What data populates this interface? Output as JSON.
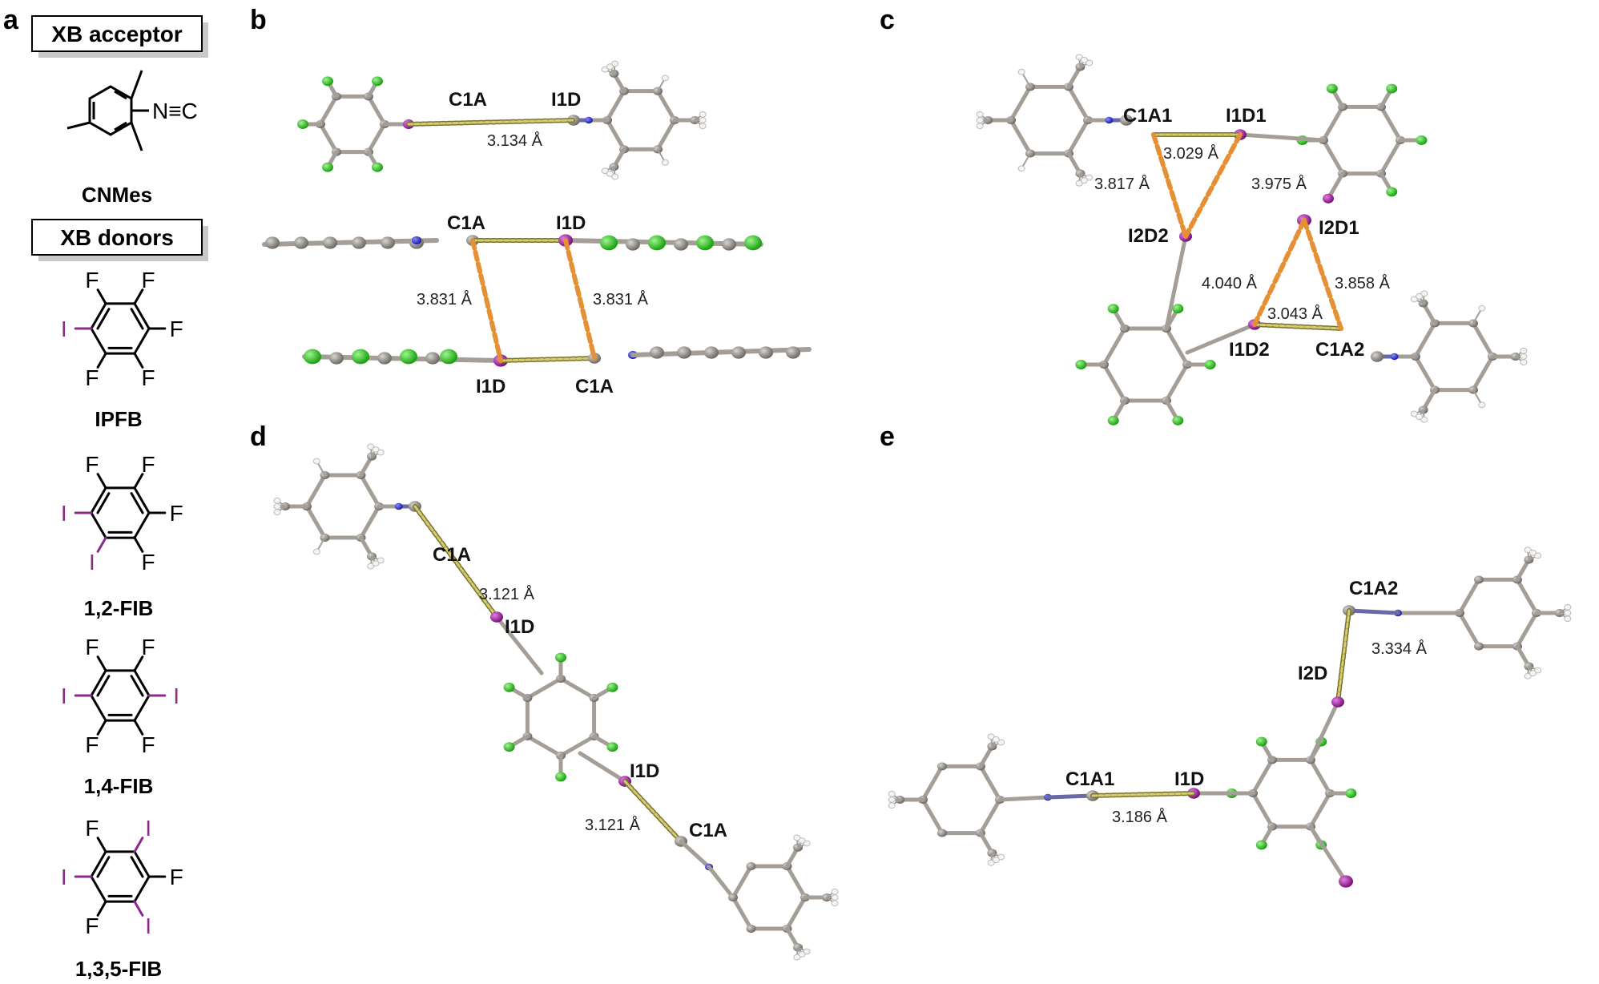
{
  "panels": {
    "a": {
      "label": "a",
      "acceptor_header": "XB acceptor",
      "donor_header": "XB donors",
      "acceptor": {
        "name": "CNMes",
        "group": "N≡C"
      },
      "donors": [
        {
          "name": "IPFB"
        },
        {
          "name": "1,2-FIB"
        },
        {
          "name": "1,4-FIB"
        },
        {
          "name": "1,3,5-FIB"
        }
      ],
      "atoms": {
        "F": "F",
        "I": "I"
      }
    },
    "b": {
      "label": "b",
      "labels": [
        "C1A",
        "I1D",
        "C1A",
        "I1D",
        "I1D",
        "C1A"
      ],
      "distances": [
        "3.134 Å",
        "3.831 Å",
        "3.831 Å"
      ]
    },
    "c": {
      "label": "c",
      "labels": [
        "C1A1",
        "I1D1",
        "I2D2",
        "I2D1",
        "I1D2",
        "C1A2"
      ],
      "distances": [
        "3.029 Å",
        "3.817 Å",
        "3.975 Å",
        "4.040 Å",
        "3.858 Å",
        "3.043 Å"
      ]
    },
    "d": {
      "label": "d",
      "labels": [
        "C1A",
        "I1D",
        "I1D",
        "C1A"
      ],
      "distances": [
        "3.121 Å",
        "3.121 Å"
      ]
    },
    "e": {
      "label": "e",
      "labels": [
        "C1A2",
        "I2D",
        "C1A1",
        "I1D"
      ],
      "distances": [
        "3.334 Å",
        "3.186 Å"
      ]
    }
  },
  "colors": {
    "carbon": "#8e8a86",
    "bond": "#a59e96",
    "fluorine": "#33cc22",
    "iodine": "#9b1f9b",
    "nitrogen": "#2a2ad0",
    "hydrogen": "#f2f2f2",
    "xb_contact": "#a39a3a",
    "secondary_contact": "#e69035",
    "nc_text": "#1f2aa0",
    "iodine_text": "#8a2a8a"
  }
}
